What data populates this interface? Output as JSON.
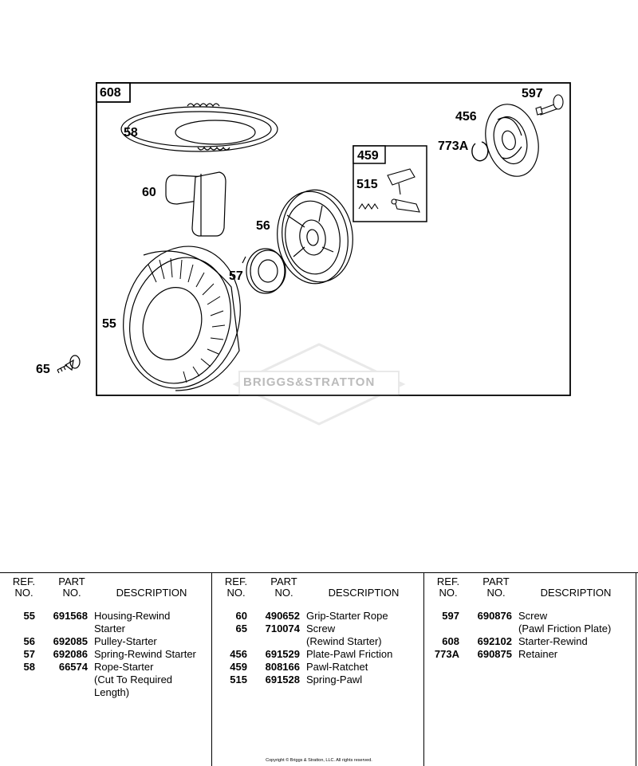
{
  "diagram": {
    "assembly_label": "608",
    "sub_assembly_label": "459",
    "callouts": [
      {
        "id": "58",
        "text": "58"
      },
      {
        "id": "60",
        "text": "60"
      },
      {
        "id": "56",
        "text": "56"
      },
      {
        "id": "57",
        "text": "57"
      },
      {
        "id": "55",
        "text": "55"
      },
      {
        "id": "65",
        "text": "65"
      },
      {
        "id": "515",
        "text": "515"
      },
      {
        "id": "597",
        "text": "597"
      },
      {
        "id": "456",
        "text": "456"
      },
      {
        "id": "773A",
        "text": "773A"
      }
    ],
    "watermark": "BRIGGS&STRATTON"
  },
  "table": {
    "headers": {
      "ref": "REF.\nNO.",
      "part": "PART\nNO.",
      "desc": "DESCRIPTION"
    },
    "columns": [
      [
        {
          "ref": "55",
          "part": "691568",
          "desc": "Housing-Rewind\nStarter"
        },
        {
          "ref": "56",
          "part": "692085",
          "desc": "Pulley-Starter"
        },
        {
          "ref": "57",
          "part": "692086",
          "desc": "Spring-Rewind Starter"
        },
        {
          "ref": "58",
          "part": "66574",
          "desc": "Rope-Starter\n(Cut To Required\nLength)"
        }
      ],
      [
        {
          "ref": "60",
          "part": "490652",
          "desc": "Grip-Starter Rope"
        },
        {
          "ref": "65",
          "part": "710074",
          "desc": "Screw\n(Rewind Starter)"
        },
        {
          "ref": "456",
          "part": "691529",
          "desc": "Plate-Pawl Friction"
        },
        {
          "ref": "459",
          "part": "808166",
          "desc": "Pawl-Ratchet"
        },
        {
          "ref": "515",
          "part": "691528",
          "desc": "Spring-Pawl"
        }
      ],
      [
        {
          "ref": "597",
          "part": "690876",
          "desc": "Screw\n(Pawl Friction Plate)"
        },
        {
          "ref": "608",
          "part": "692102",
          "desc": "Starter-Rewind"
        },
        {
          "ref": "773A",
          "part": "690875",
          "desc": "Retainer"
        }
      ]
    ]
  },
  "copyright": "Copyright © Briggs & Stratton, LLC. All rights reserved."
}
